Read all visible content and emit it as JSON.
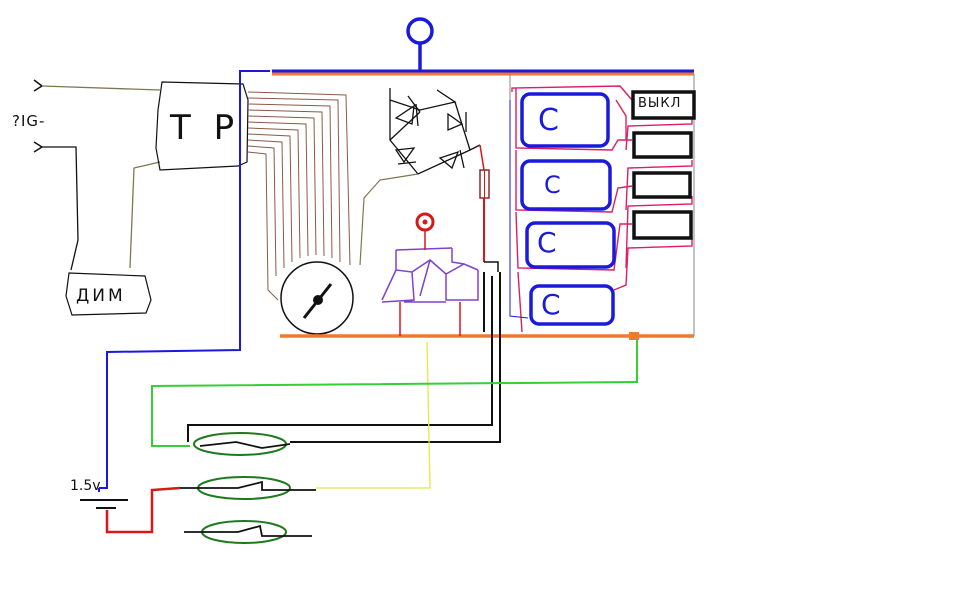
{
  "labels": {
    "input_voltage": "?IG-",
    "transformer": "T P",
    "dim": "ДИМ",
    "switch_label": "ВЫКЛ",
    "battery": "1.5v",
    "cap_1": "C",
    "cap_2": "C",
    "cap_3": "C",
    "cap_4": "C"
  },
  "colors": {
    "blue": "#1a1adc",
    "orange": "#ef7a2e",
    "olive": "#7d7850",
    "brown": "#8a5a46",
    "red": "#d81818",
    "pink": "#dc1e64",
    "purple": "#8040d0",
    "green": "#1e7a1e",
    "bright_green": "#35d035",
    "yellow": "#e8e840",
    "black": "#111111",
    "gray": "#888888"
  }
}
